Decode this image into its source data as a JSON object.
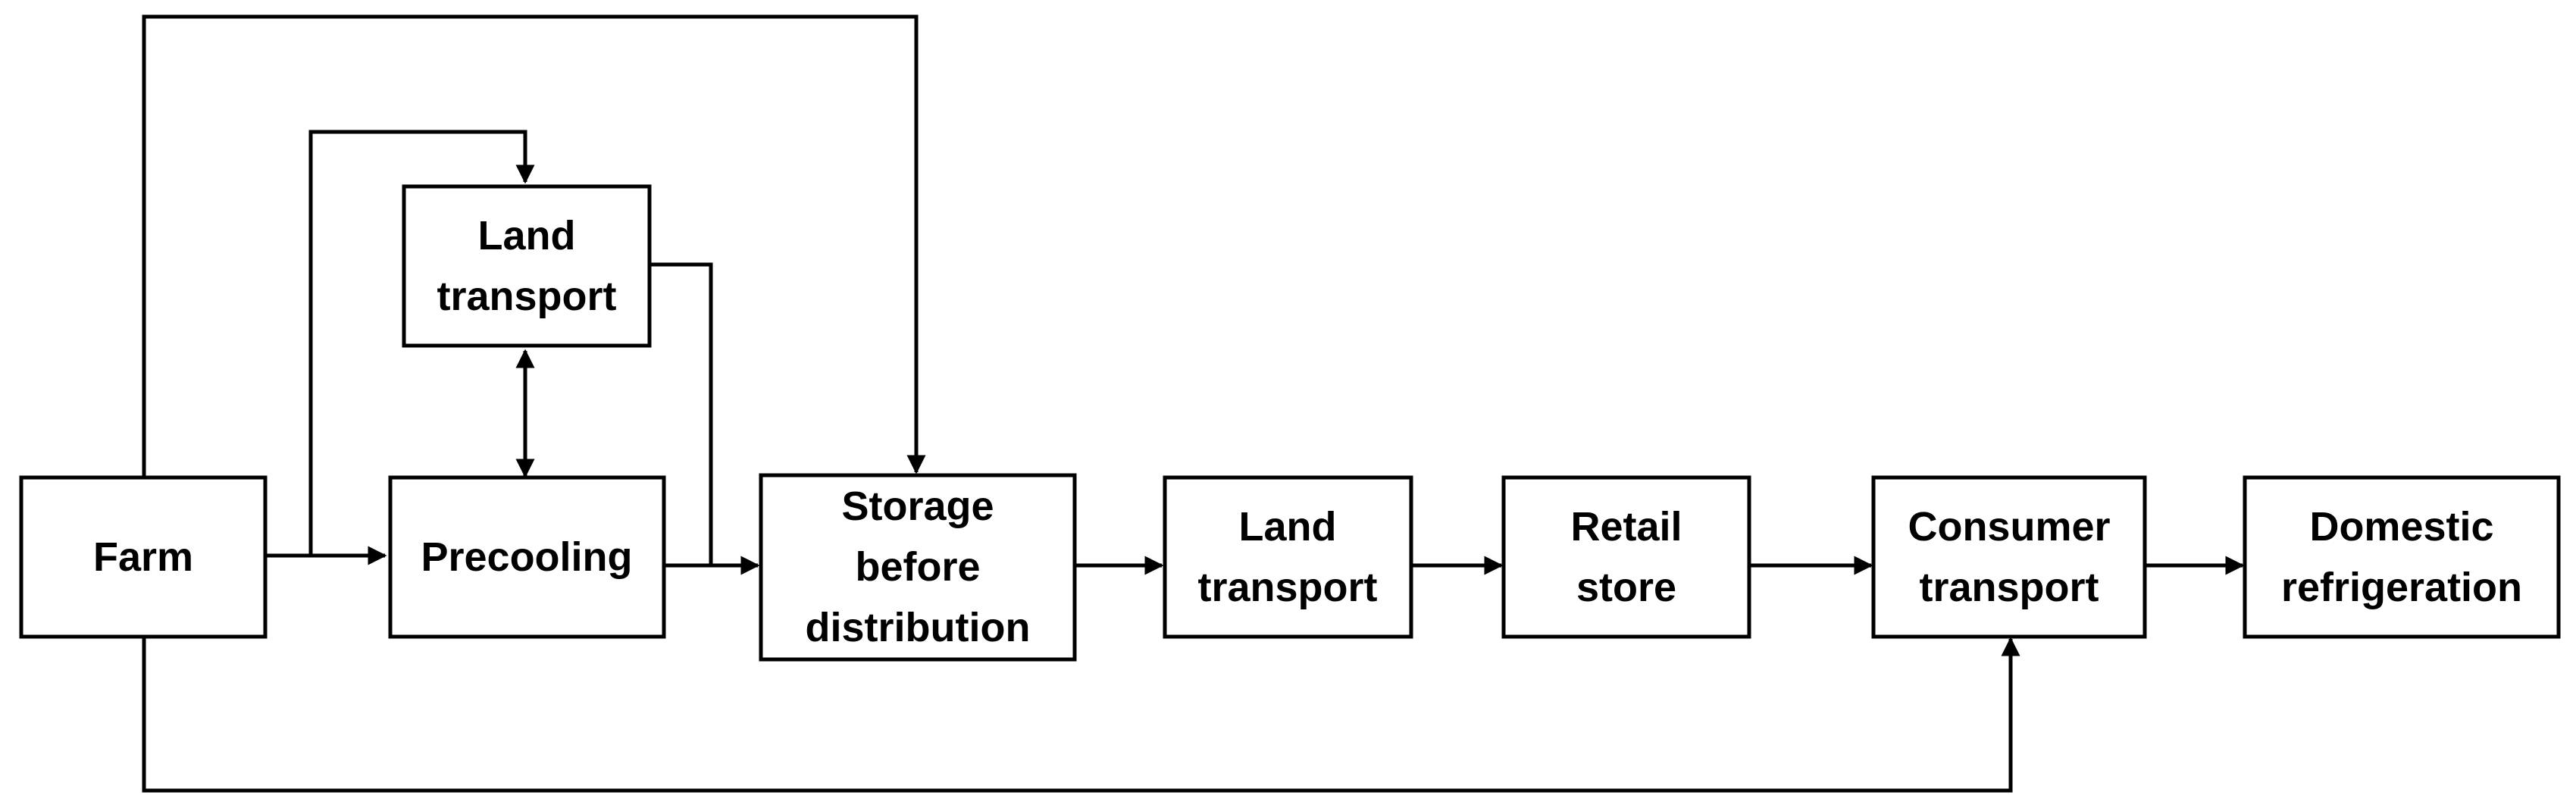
{
  "nodes": {
    "farm": [
      "Farm"
    ],
    "precooling": [
      "Precooling"
    ],
    "land_transport_top": [
      "Land",
      "transport"
    ],
    "storage": [
      "Storage",
      "before",
      "distribution"
    ],
    "land_transport": [
      "Land",
      "transport"
    ],
    "retail_store": [
      "Retail",
      "store"
    ],
    "consumer_transport": [
      "Consumer",
      "transport"
    ],
    "domestic_refrigeration": [
      "Domestic",
      "refrigeration"
    ]
  },
  "edges": [
    {
      "from": "farm",
      "to": "precooling"
    },
    {
      "from": "farm",
      "to": "land_transport_top"
    },
    {
      "from": "farm",
      "to": "storage"
    },
    {
      "from": "farm",
      "to": "consumer_transport"
    },
    {
      "from": "land_transport_top",
      "to": "precooling",
      "bidirectional": true
    },
    {
      "from": "land_transport_top",
      "to": "storage"
    },
    {
      "from": "precooling",
      "to": "storage"
    },
    {
      "from": "storage",
      "to": "land_transport"
    },
    {
      "from": "land_transport",
      "to": "retail_store"
    },
    {
      "from": "retail_store",
      "to": "consumer_transport"
    },
    {
      "from": "consumer_transport",
      "to": "domestic_refrigeration"
    }
  ],
  "colors": {
    "line": "#000000",
    "box_fill": "#ffffff",
    "text": "#000000"
  }
}
